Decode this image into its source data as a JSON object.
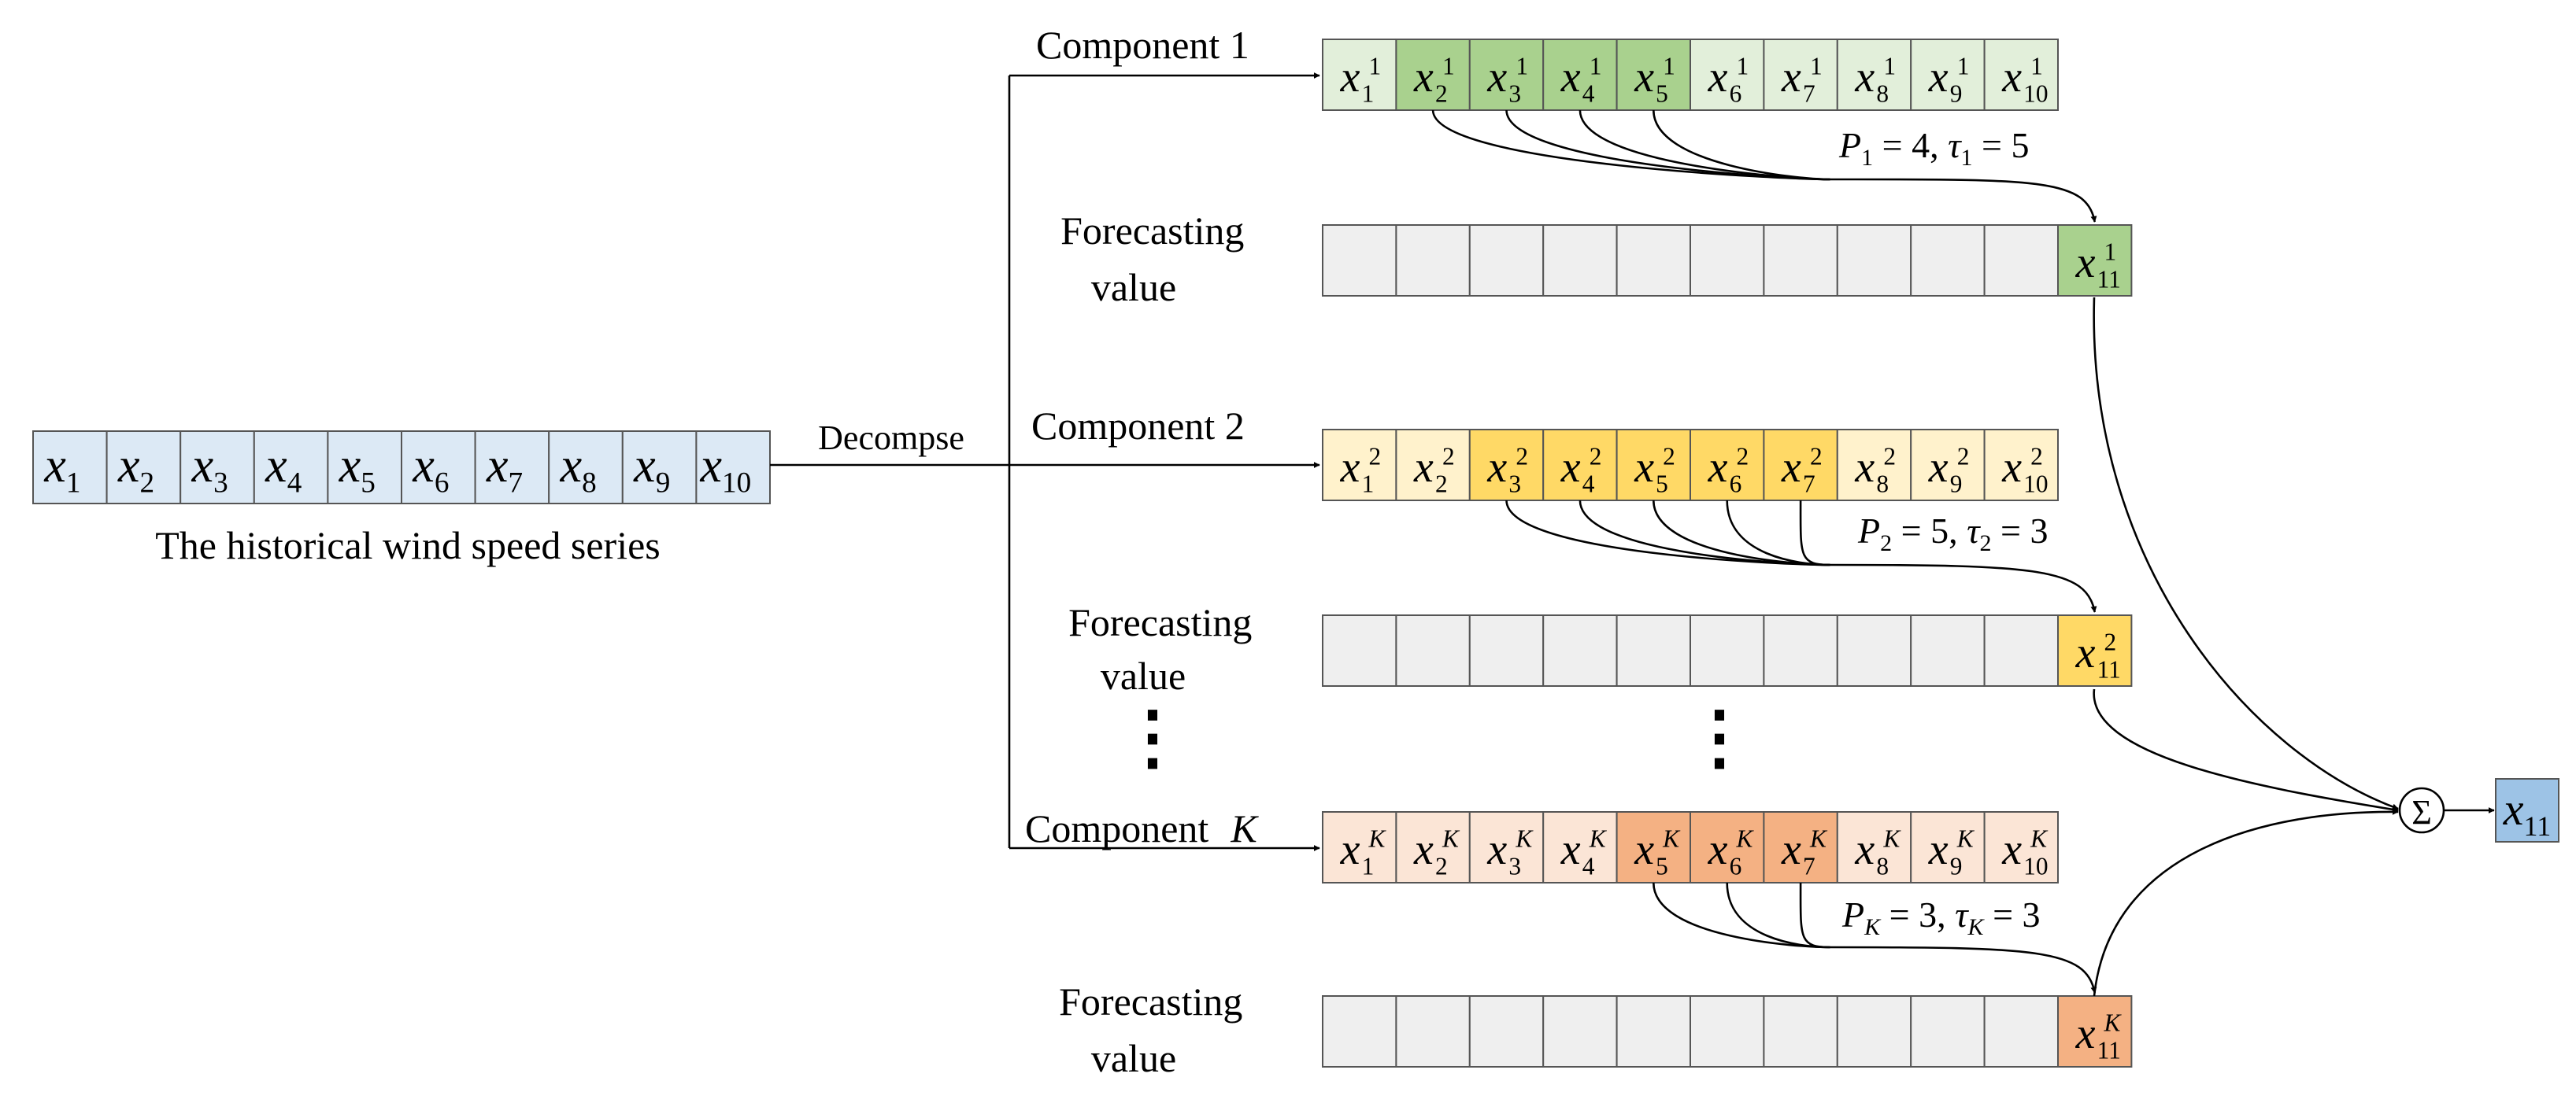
{
  "colors": {
    "history_cell": "#dce9f5",
    "empty_cell": "#efefef",
    "sum_output": "#9dc3e6",
    "comp1_light": "#e2efda",
    "comp1_dark": "#a9d18e",
    "comp2_light": "#fff2cc",
    "comp2_dark": "#ffd966",
    "compK_light": "#fbe5d6",
    "compK_dark": "#f4b183"
  },
  "history": {
    "caption": "The historical wind speed series",
    "cells": [
      {
        "base": "x",
        "sub": "1"
      },
      {
        "base": "x",
        "sub": "2"
      },
      {
        "base": "x",
        "sub": "3"
      },
      {
        "base": "x",
        "sub": "4"
      },
      {
        "base": "x",
        "sub": "5"
      },
      {
        "base": "x",
        "sub": "6"
      },
      {
        "base": "x",
        "sub": "7"
      },
      {
        "base": "x",
        "sub": "8"
      },
      {
        "base": "x",
        "sub": "9"
      },
      {
        "base": "x",
        "sub": "10"
      }
    ]
  },
  "decompose_label": "Decompse",
  "components": [
    {
      "label": "Component 1",
      "sup": "1",
      "highlight": [
        "2",
        "3",
        "4",
        "5"
      ],
      "param": {
        "P": "P",
        "p_sub": "1",
        "p_val": "4",
        "tau": "τ",
        "t_sub": "1",
        "t_val": "5"
      },
      "forecast_label": [
        "Forecasting",
        "value"
      ],
      "forecast": {
        "base": "x",
        "sub": "11",
        "sup": "1"
      }
    },
    {
      "label": "Component 2",
      "sup": "2",
      "highlight": [
        "3",
        "4",
        "5",
        "6",
        "7"
      ],
      "param": {
        "P": "P",
        "p_sub": "2",
        "p_val": "5",
        "tau": "τ",
        "t_sub": "2",
        "t_val": "3"
      },
      "forecast_label": [
        "Forecasting",
        "value"
      ],
      "forecast": {
        "base": "x",
        "sub": "11",
        "sup": "2"
      }
    },
    {
      "label": "Component",
      "label_italic": "K",
      "sup": "K",
      "highlight": [
        "5",
        "6",
        "7"
      ],
      "param": {
        "P": "P",
        "p_sub": "K",
        "p_val": "3",
        "tau": "τ",
        "t_sub": "K",
        "t_val": "3"
      },
      "forecast_label": [
        "Forecasting",
        "value"
      ],
      "forecast": {
        "base": "x",
        "sub": "11",
        "sup": "K"
      }
    }
  ],
  "ellipsis": "⋮",
  "sum_symbol": "Σ",
  "output": {
    "base": "x",
    "sub": "11"
  }
}
